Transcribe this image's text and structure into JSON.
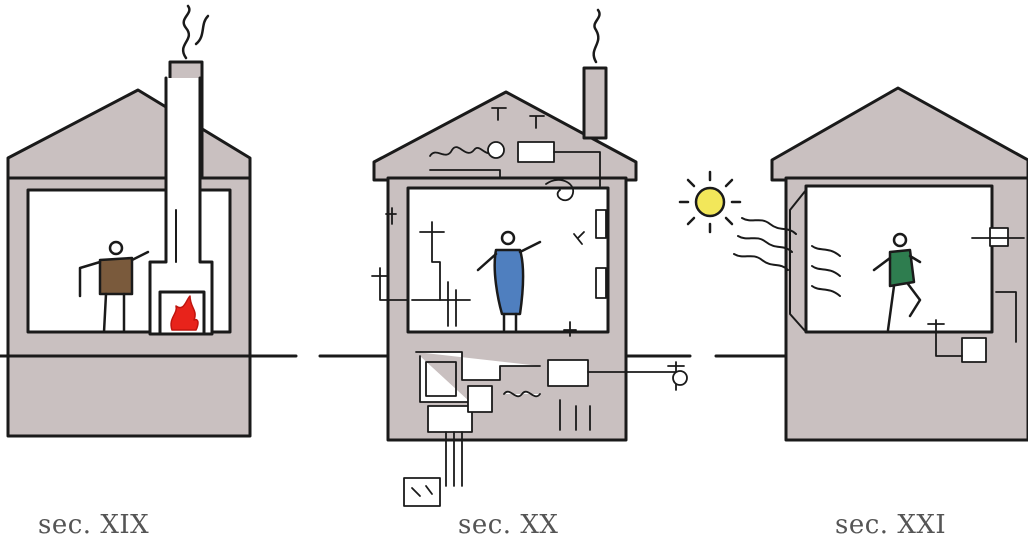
{
  "captions": {
    "house_1": "sec. XIX",
    "house_2": "sec. XX",
    "house_3": "sec. XXI"
  },
  "colors": {
    "wall_fill": "#c9c0c0",
    "room_fill": "#ffffff",
    "ink": "#1a1a1a",
    "person_19th": "#7a5a3c",
    "person_20th": "#4f7fbf",
    "person_21st": "#2e7d4f",
    "fire": "#e8231b",
    "sun": "#f2e75a"
  },
  "icons": [
    "chimney-smoke-icon",
    "fireplace-fire-icon",
    "sun-icon",
    "solar-rays-icon",
    "hvac-ductwork-icon",
    "ventilation-unit-icon"
  ]
}
